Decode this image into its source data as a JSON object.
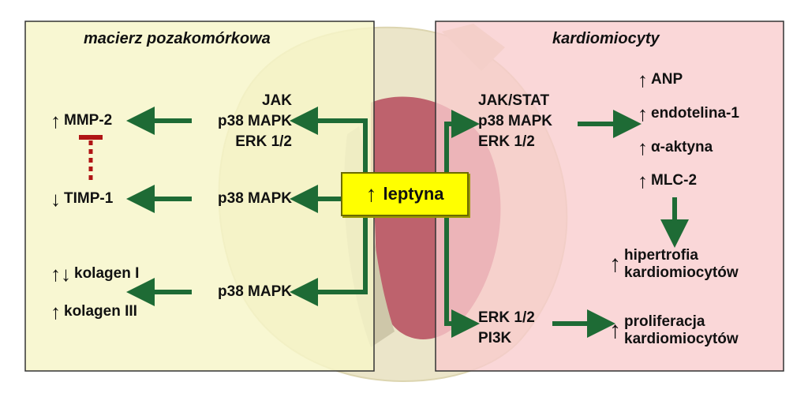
{
  "panels": {
    "left_title": "macierz pozakomórkowa",
    "right_title": "kardiomiocyty"
  },
  "center": {
    "label": "leptyna",
    "arrow": "↑"
  },
  "left": {
    "pathway1": [
      "JAK",
      "p38 MAPK",
      "ERK 1/2"
    ],
    "pathway2": "p38 MAPK",
    "pathway3": "p38 MAPK",
    "mmp2": {
      "arrow": "↑",
      "label": "MMP-2"
    },
    "timp1": {
      "arrow": "↓",
      "label": "TIMP-1"
    },
    "kolagen1": {
      "arrow": "↑↓",
      "label": "kolagen I"
    },
    "kolagen3": {
      "arrow": "↑",
      "label": "kolagen III"
    }
  },
  "right": {
    "pathway1": [
      "JAK/STAT",
      "p38 MAPK",
      "ERK 1/2"
    ],
    "pathway2": [
      "ERK 1/2",
      "PI3K"
    ],
    "markers": [
      {
        "arrow": "↑",
        "label": "ANP"
      },
      {
        "arrow": "↑",
        "label": "endotelina-1"
      },
      {
        "arrow": "↑",
        "label": "α-aktyna"
      },
      {
        "arrow": "↑",
        "label": "MLC-2"
      }
    ],
    "hypertrophy": {
      "arrow": "↑",
      "line1": "hipertrofia",
      "line2": "kardiomiocytów"
    },
    "proliferation": {
      "arrow": "↑",
      "line1": "proliferacja",
      "line2": "kardiomiocytów"
    }
  },
  "colors": {
    "left_panel": "#f7f5c8",
    "right_panel": "#f9cccd",
    "arrow": "#1e6b35",
    "inhibit": "#b01515",
    "center_box": "#ffff00"
  }
}
